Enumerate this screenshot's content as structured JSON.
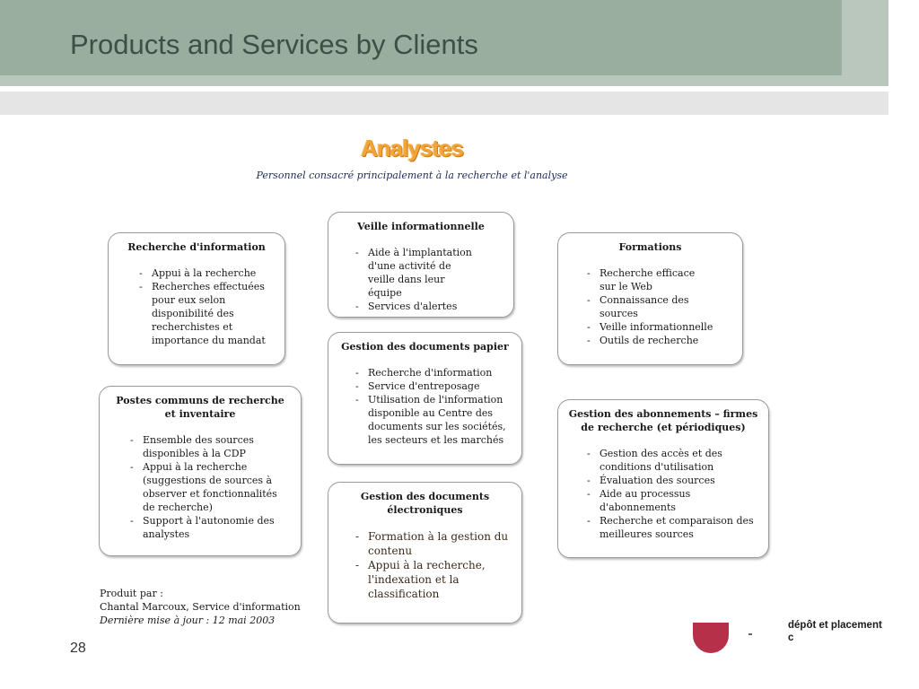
{
  "slide": {
    "title": "Products and Services by Clients",
    "page_number": "28"
  },
  "diagram": {
    "heading": "Analystes",
    "subheading": "Personnel consacré principalement à la recherche et l'analyse",
    "boxes": [
      {
        "title": "Recherche d'information",
        "items": [
          "Appui à la recherche",
          "Recherches effectuées pour eux selon disponibilité des recherchistes et importance du mandat"
        ]
      },
      {
        "title": "Veille informationnelle",
        "items": [
          "Aide à l'implantation d'une activité de veille dans leur équipe",
          "Services d'alertes"
        ]
      },
      {
        "title": "Formations",
        "items": [
          "Recherche efficace sur le Web",
          "Connaissance des sources",
          "Veille informationnelle",
          "Outils de recherche"
        ]
      },
      {
        "title": "Postes communs de recherche et inventaire",
        "items": [
          "Ensemble des sources disponibles à la CDP",
          "Appui à la recherche (suggestions de sources à observer et fonctionnalités de recherche)",
          "Support à l'autonomie des analystes"
        ]
      },
      {
        "title": "Gestion des documents papier",
        "items": [
          "Recherche d'information",
          "Service d'entreposage",
          "Utilisation de l'information disponible au Centre des documents sur les sociétés, les secteurs et les marchés"
        ]
      },
      {
        "title": "Gestion des abonnements – firmes de recherche (et périodiques)",
        "items": [
          "Gestion des accès et des conditions d'utilisation",
          "Évaluation des sources",
          "Aide au processus d'abonnements",
          "Recherche et comparaison des meilleures sources"
        ]
      },
      {
        "title": "Gestion des documents électroniques",
        "items": [
          "Formation à la gestion du contenu",
          "Appui à la recherche, l'indexation et la classification"
        ]
      }
    ],
    "footer": {
      "line1": "Produit par :",
      "line2": "Chantal Marcoux, Service d'information",
      "line3": "Dernière mise à jour : 12 mai 2003"
    }
  },
  "logo": {
    "line1": "dépôt et placement",
    "line2": "c"
  }
}
